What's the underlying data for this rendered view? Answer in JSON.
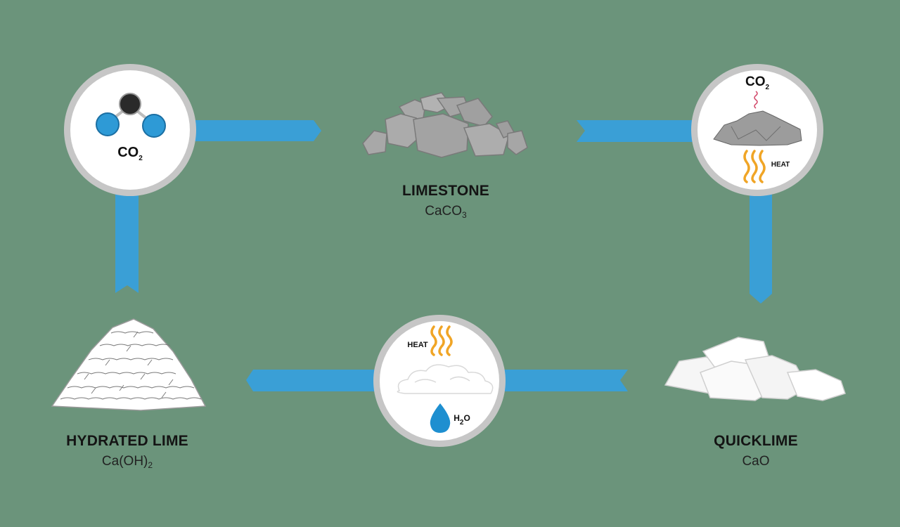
{
  "stages": {
    "limestone": {
      "name": "LIMESTONE",
      "formula_base": "CaCO",
      "formula_sub": "3"
    },
    "quicklime": {
      "name": "QUICKLIME",
      "formula_base": "CaO",
      "formula_sub": ""
    },
    "hydrated_lime": {
      "name": "HYDRATED LIME",
      "formula_base": "Ca(OH)",
      "formula_sub": "2"
    }
  },
  "badges": {
    "co2_capture": {
      "text_base": "CO",
      "text_sub": "2",
      "icon": "co2-molecule-icon"
    },
    "calcination": {
      "text_base": "CO",
      "text_sub": "2",
      "heat_text": "HEAT",
      "icon": "heat-waves-icon"
    },
    "hydration": {
      "heat_text": "HEAT",
      "water_base": "H",
      "water_sub": "2",
      "water_tail": "O",
      "icon": "water-drop-icon"
    }
  },
  "colors": {
    "background": "#6b947b",
    "arrow": "#3a9fd6",
    "circle_ring": "#c9c9c9",
    "heat": "#f0a526",
    "water": "#1e8fd0",
    "carbon": "#222222",
    "oxygen": "#2e9ad6",
    "rock": "#a9a9a9"
  }
}
